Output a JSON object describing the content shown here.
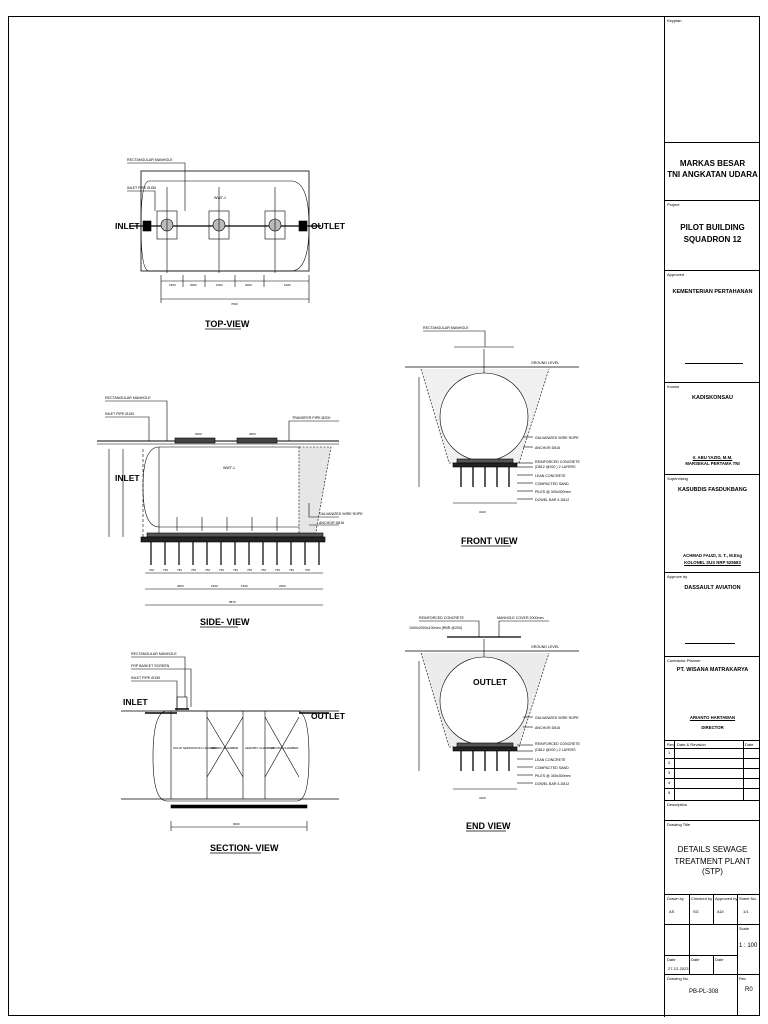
{
  "views": {
    "top": {
      "title": "TOP-VIEW",
      "notes": [
        "RECTANGULAR MANHOLE",
        "INLET PIPE Ø150"
      ],
      "tank_label": "WWT-1",
      "inlet": "INLET",
      "outlet": "OUTLET",
      "dims": [
        "1600",
        "2000",
        "1000",
        "2000",
        "1000"
      ],
      "total": "7000"
    },
    "side": {
      "title": "SIDE- VIEW",
      "notes_left": [
        "RECTANGULAR MANHOLE",
        "INLET PIPE Ø150"
      ],
      "note_transfer": "TRANSFER PIPE Ø200",
      "note_rope": "GALVANIZED WIRE ROPE",
      "note_anchor": "ANCHOR D816",
      "tank_label": "WWT-1",
      "inlet": "INLET",
      "top_dims": [
        "3000",
        "2600"
      ],
      "dims": [
        "700",
        "750",
        "750",
        "750",
        "750",
        "750",
        "750",
        "750",
        "750",
        "750",
        "750",
        "700"
      ],
      "segments": [
        "2600",
        "1500",
        "1500",
        "2600"
      ],
      "total": "8870"
    },
    "section": {
      "title": "SECTION- VIEW",
      "notes": [
        "RECTANGULAR MANHOLE",
        "FRP BASKET SCREEN",
        "INLET PIPE Ø150"
      ],
      "inlet": "INLET",
      "outlet": "OUTLET",
      "chambers": [
        "SOLID SEPARATION CHAMBER",
        "ANOXIC CHAMBER",
        "AEROBIC CHAMBER",
        "ANOXIC CHAMBER"
      ],
      "total": "9000"
    },
    "front": {
      "title": "FRONT VIEW",
      "note_top": "RECTANGULAR MANHOLE",
      "ground": "GROUND LEVEL",
      "notes": [
        "GALVANIZED WIRE ROPE",
        "ANCHOR D816",
        "REINFORCED CONCRETE",
        "(D812 @200 ) 2 LAYERS",
        "LEAN CONCRETE",
        "COMPACTED SAND",
        "PILES @ 300x300mm",
        "DOWEL BAR 4-D812"
      ],
      "total": "3100"
    },
    "end": {
      "title": "END VIEW",
      "note_left": "REINFORCED CONCRETE",
      "note_left2": "1000x2000x100mm (RBR @200)",
      "note_cover": "MANHOLE COVER 2000mm",
      "ground": "GROUND LEVEL",
      "outlet": "OUTLET",
      "notes": [
        "GALVANIZED WIRE ROPE",
        "ANCHOR D816",
        "REINFORCED CONCRETE",
        "(D812 @200 ) 2 LAYERS",
        "LEAN CONCRETE",
        "COMPACTED SAND",
        "PILES @ 300x300mm",
        "DOWEL BAR 4-D812"
      ],
      "total": "3100"
    }
  },
  "title_block": {
    "keyplan_label": "Keyplan",
    "owner": [
      "MARKAS BESAR",
      "TNI ANGKATAN UDARA"
    ],
    "project_label": "Project",
    "project": [
      "PILOT BUILDING",
      "SQUADRON 12"
    ],
    "approved_label": "Approved",
    "approved": "KEMENTERIAN PERTAHANAN",
    "known_label": "Known",
    "known": "KADISKONSAU",
    "known_name": "Ir. ABU YAZID, M.M.",
    "known_rank": "MARSEKAL PERTAMA TNI",
    "supervising_label": "Supervising",
    "supervising": "KASUBDIS FASDUKBANG",
    "sup_name": "ACHMAD FAUZI, S. T., M.Eng",
    "sup_rank": "KOLONEL SUS NRP 525583",
    "approve_by_label": "Approve by",
    "approve_by": "DASSAULT AVIATION",
    "contractor_label": "Contractor Planner",
    "contractor": "PT. WISANA MATRAKARYA",
    "director_name": "ARIANTO HARTAWAN",
    "director": "DIRECTOR",
    "revision_headers": [
      "Rev",
      "Date & Revision",
      "Date"
    ],
    "revision_rows": [
      "1",
      "2",
      "3",
      "4",
      "5"
    ],
    "description_label": "Description",
    "drawing_title_label": "Drawing Title",
    "drawing_title": [
      "DETAILS SEWAGE",
      "TREATMENT PLANT (STP)"
    ],
    "drawn_by_label": "Drawn by",
    "checked_by_label": "Checked by",
    "approved_by_label": "Approved by",
    "sheet_label": "Sheet No.",
    "drawn_by": "AS",
    "checked_by": "SG",
    "approved_by": "ADI",
    "sheet": "1/1",
    "scale_label": "Scale",
    "scale": "1 : 100",
    "date_label": "Date",
    "date": "27-12-2023",
    "drawing_no_label": "Drawing No.",
    "drawing_no": "PB-PL-308",
    "rev_label": "Rev",
    "rev": "R0"
  }
}
